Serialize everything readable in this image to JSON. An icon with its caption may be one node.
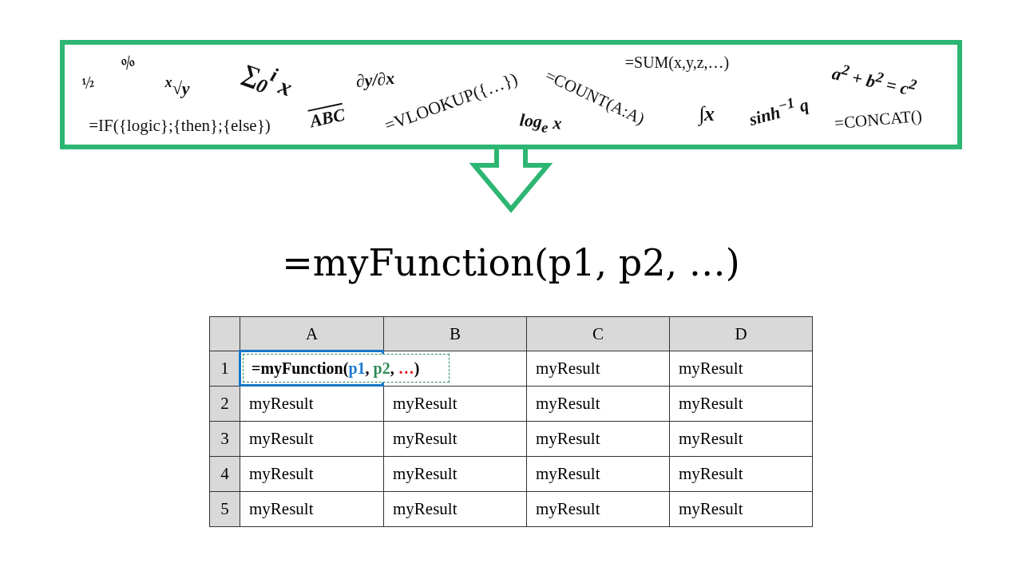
{
  "diagram": {
    "nodes": [
      {
        "text": [
          "½",
          "%",
          "$^{x}$√y",
          "∑$_{0}$$^{i}$ x",
          "∂y/∂x",
          "=IF({logic};{then};{else})",
          "ABC",
          "=VLOOKUP({…})",
          "=COUNT(A:A)",
          "log$_{e}$ x",
          "=SUM(x,y,z,…)",
          "∫x",
          "sinh$^{−1}$ q",
          "a$^{2}$ + b$^{2}$ = c$^{2}$",
          "=CONCAT()"
        ]
      },
      {
        "text": [
          "=myFunction(p1, p2, …)"
        ]
      },
      {
        "text": [
          "=myFunction(p1, p2, …)"
        ]
      }
    ],
    "edges": [
      {
        "from": 0,
        "to": 1,
        "arrow": "to",
        "style": "thick",
        "color": "#2db673"
      }
    ],
    "labels": [
      "A",
      "B",
      "C",
      "D",
      "1",
      "myResult",
      "myResult",
      "2",
      "myResult",
      "myResult",
      "myResult",
      "myResult",
      "3",
      "myResult",
      "myResult",
      "myResult",
      "myResult",
      "4",
      "myResult",
      "myResult",
      "myResult",
      "myResult",
      "5",
      "myResult",
      "myResult",
      "myResult",
      "myResult"
    ]
  }
}
